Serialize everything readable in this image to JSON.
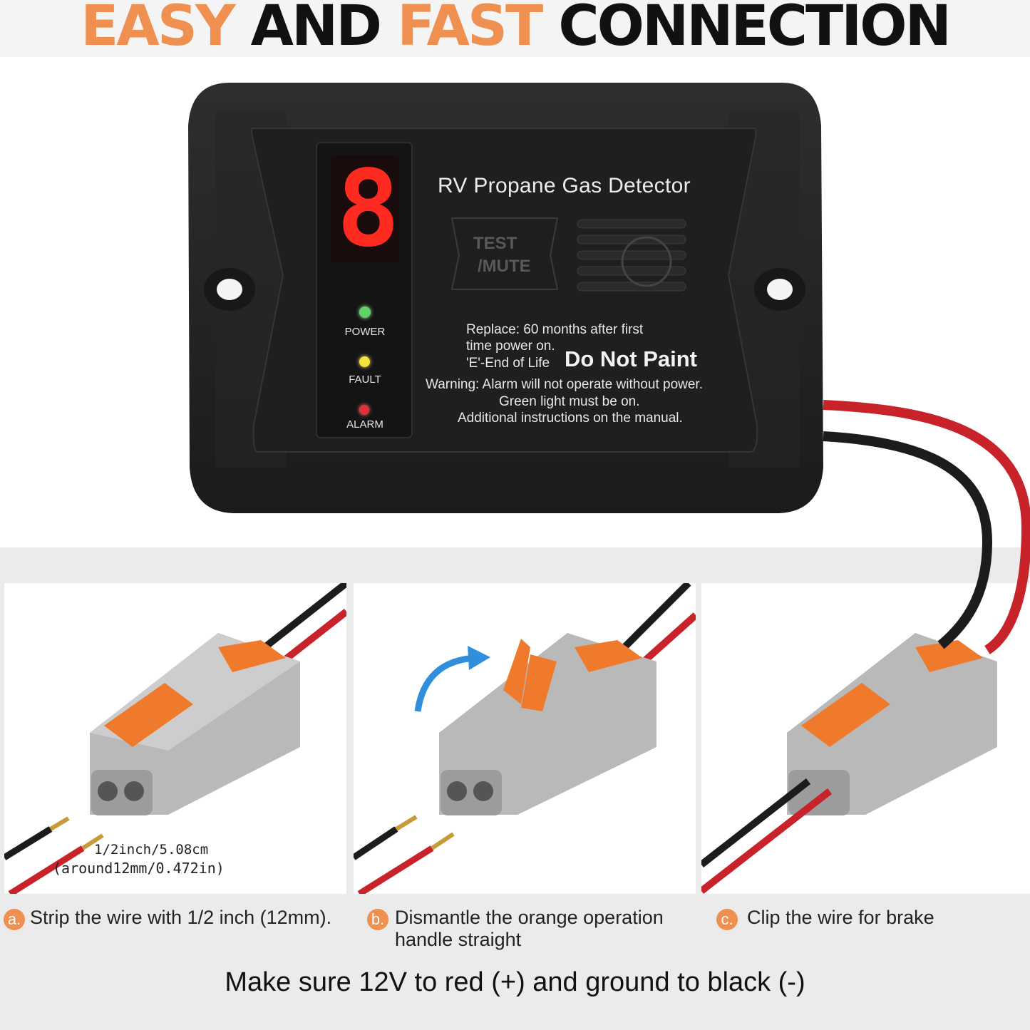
{
  "headline": {
    "word1": "EASY",
    "word2": " AND ",
    "word3": "FAST",
    "word4": " CONNECTION"
  },
  "device": {
    "title": "RV Propane Gas Detector",
    "display_digit": "8",
    "button_line1": "TEST",
    "button_line2": "/MUTE",
    "leds": [
      {
        "label": "POWER",
        "color": "#5fd36a"
      },
      {
        "label": "FAULT",
        "color": "#f2e340"
      },
      {
        "label": "ALARM",
        "color": "#e0303a"
      }
    ],
    "replace_line1": "Replace:  60 months after first",
    "replace_line2": "time power on.",
    "end_of_life": "'E'-End of Life",
    "do_not_paint": "Do Not Paint",
    "warning_line1": "Warning:  Alarm will not operate without power.",
    "warning_line2": "Green light must be on.",
    "warning_line3": "Additional instructions on the manual."
  },
  "measure": {
    "line1": "1/2inch/5.08cm",
    "line2": "(around12mm/0.472in)"
  },
  "steps": [
    {
      "badge": "a.",
      "text1": "Strip the wire with 1/2 inch (12mm).",
      "text2": ""
    },
    {
      "badge": "b.",
      "text1": "Dismantle the orange operation",
      "text2": "handle straight"
    },
    {
      "badge": "c.",
      "text1": "Clip the wire for brake",
      "text2": ""
    }
  ],
  "footer": "Make sure 12V to red (+) and ground to black (-)",
  "colors": {
    "accent_orange": "#ef8f50",
    "wire_red": "#c8232b",
    "wire_black": "#1c1c1c",
    "connector_grey": "#b9b9b9",
    "lever_orange": "#f07a2c"
  }
}
